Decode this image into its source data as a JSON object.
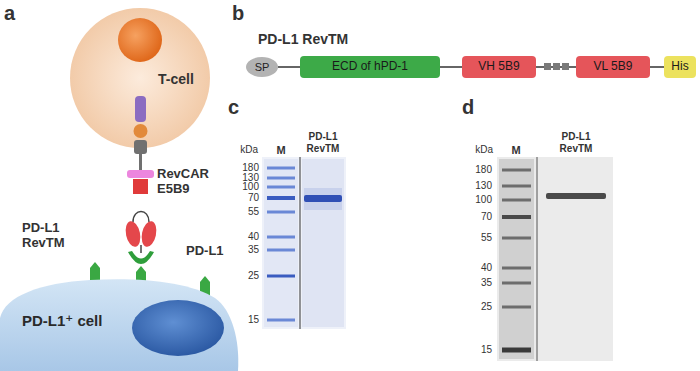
{
  "diagram": {
    "nodes": [
      {
        "text": [
          "T-cell"
        ]
      },
      {
        "text": [
          "PD-L1⁺ cell"
        ]
      },
      {
        "text": [
          "SP"
        ]
      },
      {
        "text": [
          "ECD of hPD-1"
        ]
      },
      {
        "text": [
          "VH 5B9"
        ]
      },
      {
        "text": [
          "VL 5B9"
        ]
      },
      {
        "text": [
          "His"
        ]
      }
    ],
    "edges": [
      {
        "from": 2,
        "to": 3,
        "arrow": "none"
      },
      {
        "from": 3,
        "to": 4,
        "arrow": "none"
      },
      {
        "from": 4,
        "to": 5,
        "arrow": "none"
      },
      {
        "from": 5,
        "to": 6,
        "arrow": "none"
      }
    ],
    "labels": [
      "a",
      "RevCAR E5B9",
      "PD-L1 RevTM",
      "PD-L1",
      "b",
      "PD-L1 RevTM",
      "c",
      "kDa",
      "M",
      "PD-L1 RevTM",
      "180",
      "130",
      "100",
      "70",
      "55",
      "40",
      "35",
      "25",
      "15",
      "d",
      "kDa",
      "M",
      "PD-L1 RevTM",
      "180",
      "130",
      "100",
      "70",
      "55",
      "40",
      "35",
      "25",
      "15"
    ]
  }
}
